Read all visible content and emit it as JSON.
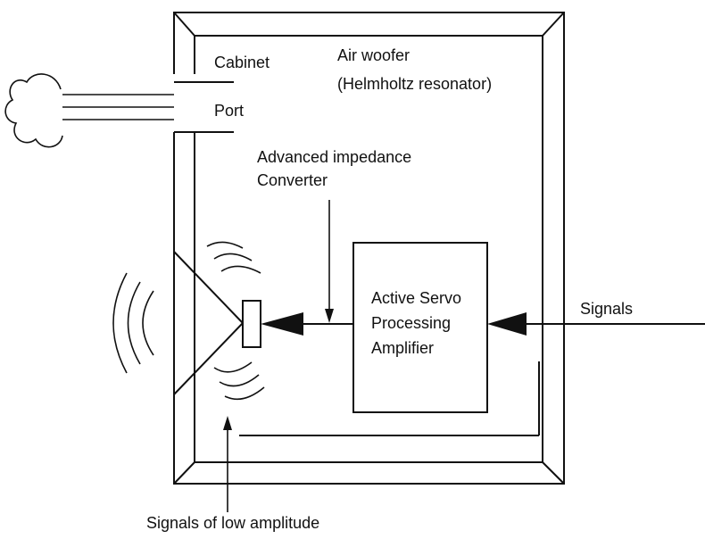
{
  "diagram": {
    "labels": {
      "cabinet": "Cabinet",
      "port": "Port",
      "air_woofer_line1": "Air woofer",
      "air_woofer_line2": "(Helmholtz resonator)",
      "converter_line1": "Advanced impedance",
      "converter_line2": "Converter",
      "amp_line1": "Active Servo",
      "amp_line2": "Processing",
      "amp_line3": "Amplifier",
      "signals": "Signals",
      "low_amplitude": "Signals of low amplitude"
    }
  }
}
